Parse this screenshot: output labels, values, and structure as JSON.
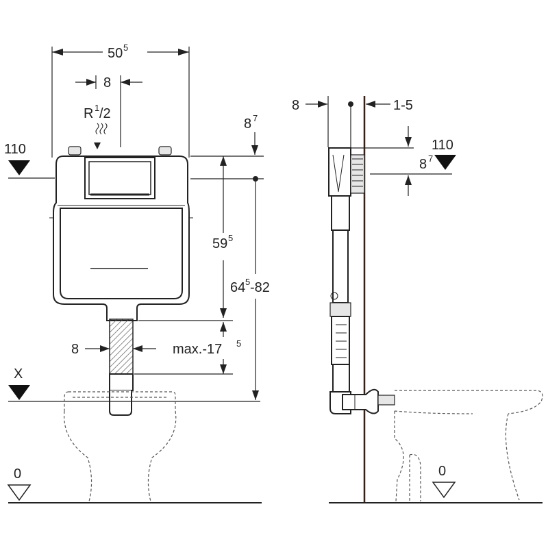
{
  "front": {
    "width_main": "50",
    "width_main_sup": "5",
    "inlet_offset": "8",
    "inlet": "R",
    "inlet_sup": "1",
    "inlet_sub": "/2",
    "top_offset": "8",
    "top_offset_sup": "7",
    "ref_110": "110",
    "height_cistern": "59",
    "height_cistern_sup": "5",
    "height_total": "64",
    "height_total_sup": "5",
    "height_total_range": "-82",
    "pipe_width": "8",
    "max_label": "max.-17",
    "max_label_sup": "5",
    "level_x": "X",
    "level_0": "0"
  },
  "side": {
    "depth_left": "8",
    "depth_range": "1-5",
    "ref_110": "110",
    "offset": "8",
    "offset_sup": "7",
    "level_0": "0"
  }
}
